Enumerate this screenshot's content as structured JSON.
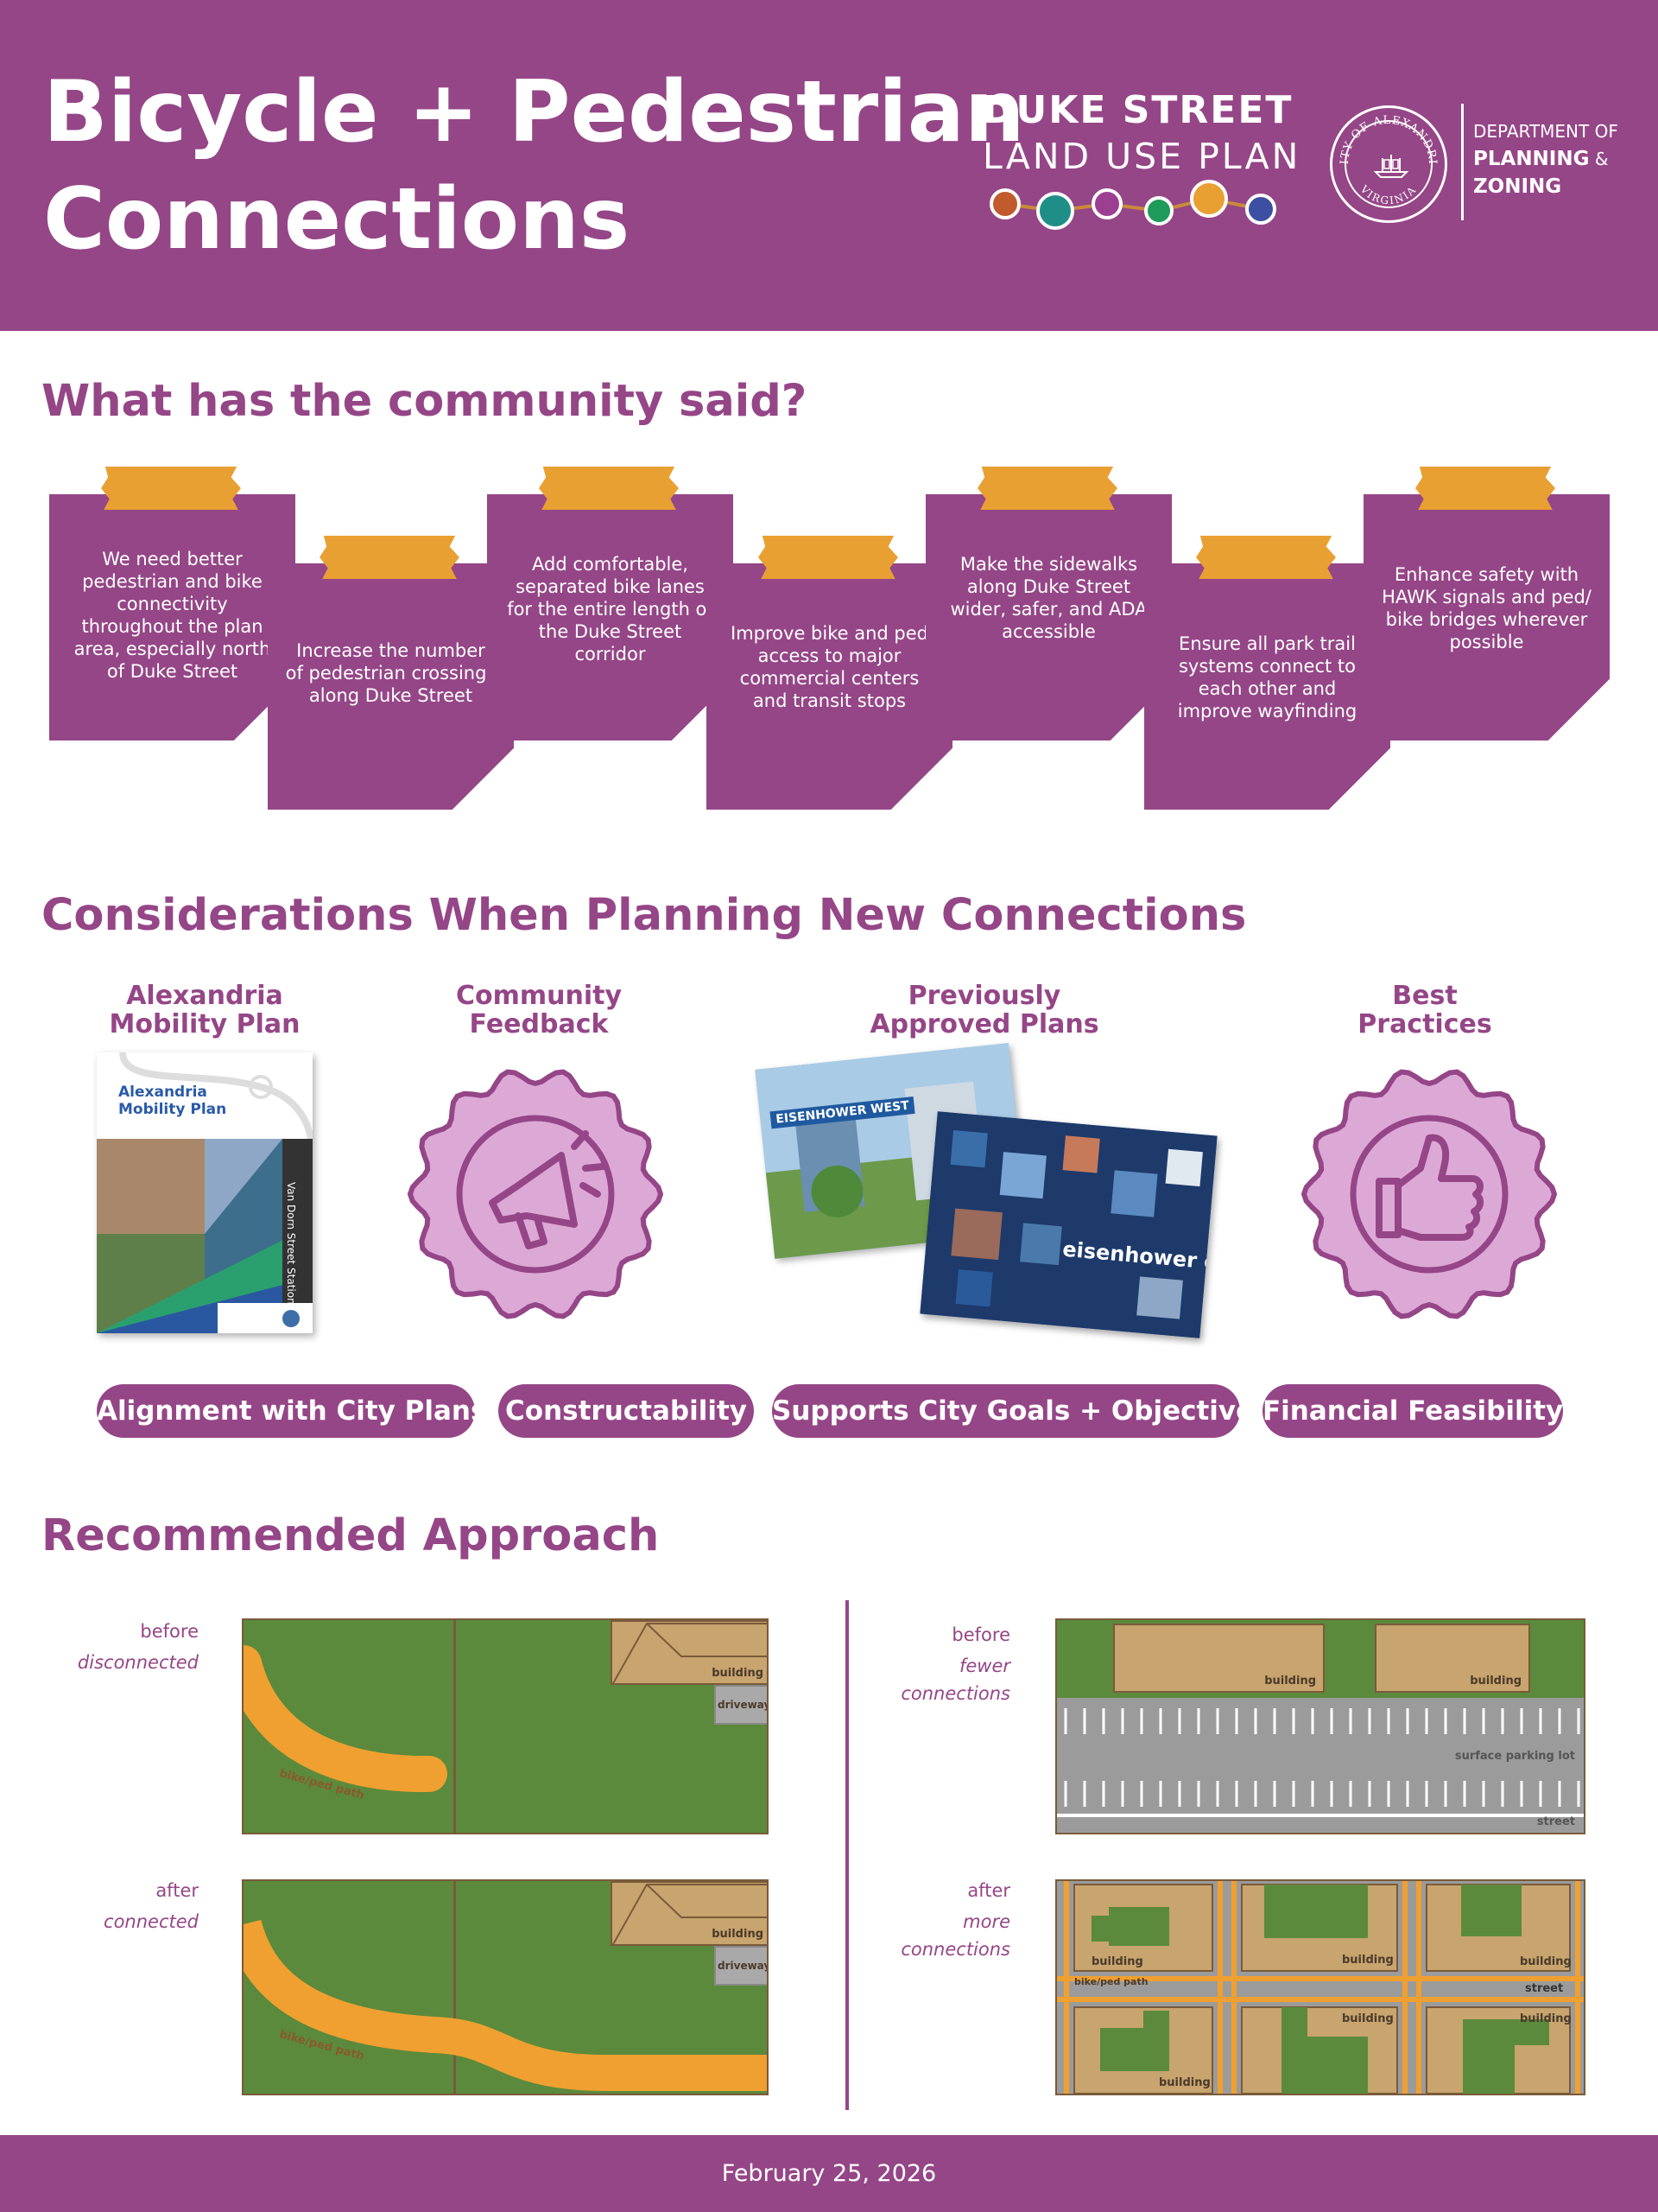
{
  "header": {
    "title_line1": "Bicycle + Pedestrian",
    "title_line2": "Connections",
    "logo_line1": "DUKE STREET",
    "logo_line2": "LAND USE PLAN",
    "logo_dot_colors": [
      "#c15a2c",
      "#1f8e87",
      "#9c3f92",
      "#1e9a5a",
      "#e9a033",
      "#3d4fa3"
    ],
    "seal_text_top": "CITY OF ALEXANDRIA",
    "seal_text_bottom": "VIRGINIA",
    "dept_line1": "DEPARTMENT OF",
    "dept_line2": "PLANNING",
    "dept_amp": " &",
    "dept_line3": "ZONING"
  },
  "community": {
    "heading": "What has the community said?",
    "cards": [
      "We need better pedestrian and bike connectivity throughout the plan area, especially north of Duke Street",
      "Increase the number of pedestrian crossings along Duke Street",
      "Add comfortable, separated bike lanes for the entire length of the Duke Street corridor",
      "Improve bike and ped access to major commercial centers and transit stops",
      "Make the sidewalks along Duke Street wider, safer, and ADA accessible",
      "Ensure all park trail systems connect to each other and improve wayfinding",
      "Enhance safety with HAWK signals and ped/ bike bridges wherever possible"
    ]
  },
  "considerations": {
    "heading": "Considerations When Planning New Connections",
    "columns": [
      {
        "title1": "Alexandria",
        "title2": "Mobility Plan",
        "icon": "mobility-plan-cover"
      },
      {
        "title1": "Community",
        "title2": "Feedback",
        "icon": "megaphone-icon"
      },
      {
        "title1": "Previously",
        "title2": "Approved Plans",
        "icon": "plan-covers"
      },
      {
        "title1": "Best",
        "title2": "Practices",
        "icon": "thumbs-up-icon"
      }
    ],
    "book_title1": "Alexandria",
    "book_title2": "Mobility Plan",
    "book_station": "Van Dorn Street Station",
    "plan1_title": "EISENHOWER WEST",
    "plan2_title": "eisenhower east",
    "pills": [
      "Alignment with City Plans",
      "Constructability",
      "Supports City Goals + Objectives",
      "Financial Feasibility"
    ]
  },
  "approach": {
    "heading": "Recommended Approach",
    "left_before_label": "before",
    "left_before_desc": "disconnected",
    "left_after_label": "after",
    "left_after_desc": "connected",
    "right_before_label": "before",
    "right_before_desc1": "fewer",
    "right_before_desc2": "connections",
    "right_after_label": "after",
    "right_after_desc1": "more",
    "right_after_desc2": "connections",
    "tag_building": "building",
    "tag_driveway": "driveway",
    "tag_path": "bike/ped path",
    "tag_parking": "surface parking lot",
    "tag_street": "street"
  },
  "footer": {
    "date": "February 25, 2026"
  },
  "colors": {
    "brand": "#954687",
    "accent": "#e9a033",
    "grass": "#5b8a3c",
    "path": "#f0a030"
  }
}
